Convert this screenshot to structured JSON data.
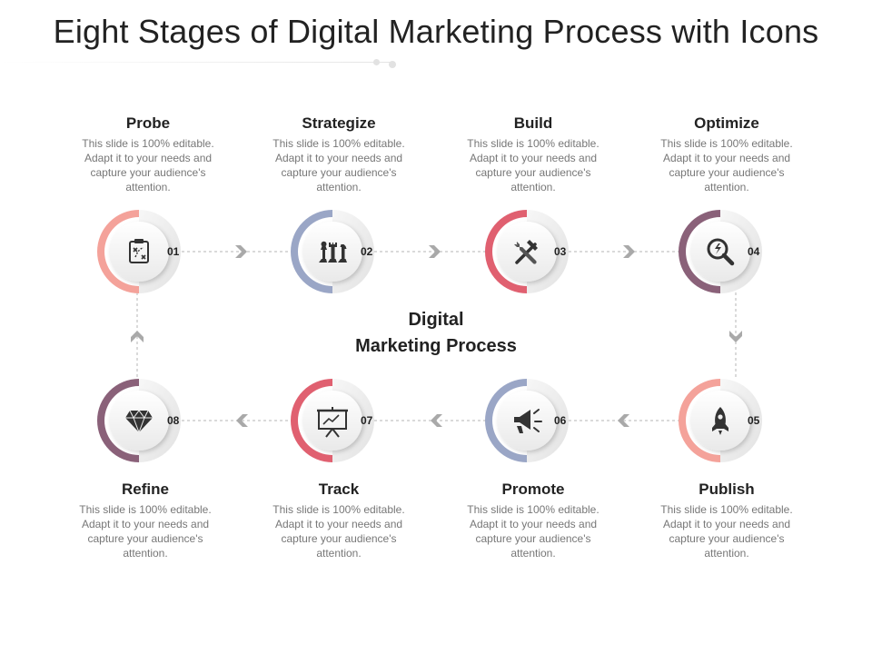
{
  "title": "Eight Stages of Digital Marketing Process with Icons",
  "center_label": {
    "line1": "Digital",
    "line2": "Marketing Process"
  },
  "stages": [
    {
      "number": "01",
      "heading": "Probe",
      "icon": "strategy-clipboard-icon",
      "color": "#f4a29a",
      "description": "This slide is 100% editable. Adapt it to your needs and capture your audience's attention."
    },
    {
      "number": "02",
      "heading": "Strategize",
      "icon": "chess-pieces-icon",
      "color": "#9aa6c6",
      "description": "This slide is 100% editable. Adapt it to your needs and capture your audience's attention."
    },
    {
      "number": "03",
      "heading": "Build",
      "icon": "hammer-wrench-icon",
      "color": "#e06070",
      "description": "This slide is 100% editable. Adapt it to your needs and capture your audience's attention."
    },
    {
      "number": "04",
      "heading": "Optimize",
      "icon": "magnifier-icon",
      "color": "#8a6179",
      "description": "This slide is 100% editable. Adapt it to your needs and capture your audience's attention."
    },
    {
      "number": "05",
      "heading": "Publish",
      "icon": "rocket-icon",
      "color": "#f4a29a",
      "description": "This slide is 100% editable. Adapt it to your needs and capture your audience's attention."
    },
    {
      "number": "06",
      "heading": "Promote",
      "icon": "megaphone-icon",
      "color": "#9aa6c6",
      "description": "This slide is 100% editable. Adapt it to your needs and capture your audience's attention."
    },
    {
      "number": "07",
      "heading": "Track",
      "icon": "presentation-chart-icon",
      "color": "#e06070",
      "description": "This slide is 100% editable. Adapt it to your needs and capture your audience's attention."
    },
    {
      "number": "08",
      "heading": "Refine",
      "icon": "diamond-icon",
      "color": "#8a6179",
      "description": "This slide is 100% editable. Adapt it to your needs and capture your audience's attention."
    }
  ]
}
